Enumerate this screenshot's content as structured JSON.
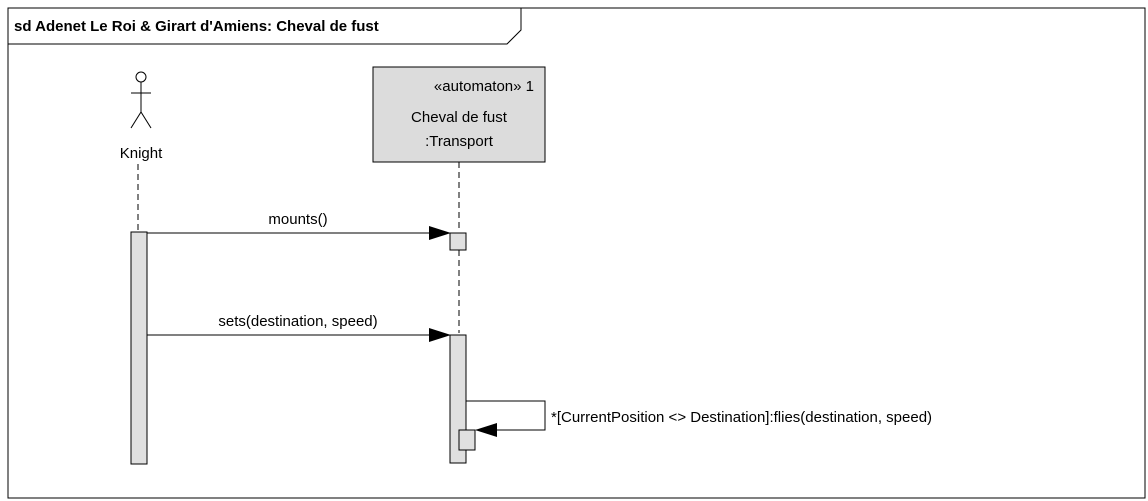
{
  "frame": {
    "title": "sd Adenet Le Roi & Girart d'Amiens: Cheval de fust"
  },
  "actor": {
    "name": "Knight"
  },
  "lifeline": {
    "stereotype": "«automaton» 1",
    "name": "Cheval de fust",
    "type": ":Transport",
    "fill_color": "#dcdcdc"
  },
  "messages": [
    {
      "label": "mounts()"
    },
    {
      "label": "sets(destination, speed)"
    },
    {
      "label": "*[CurrentPosition <> Destination]:flies(destination, speed)"
    }
  ],
  "colors": {
    "activation": "#e0e0e0",
    "line": "#000000"
  }
}
